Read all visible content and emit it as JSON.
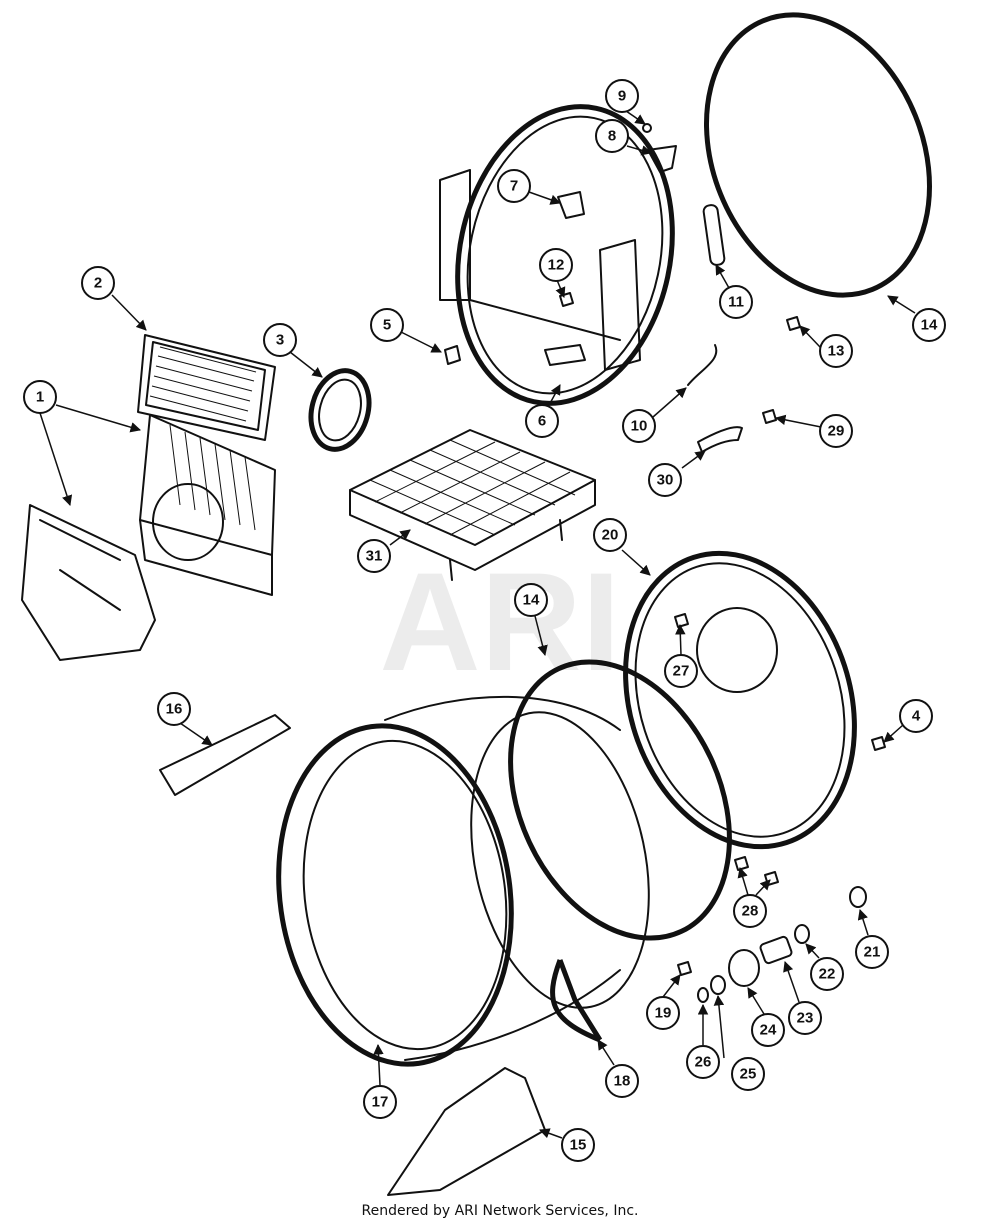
{
  "watermark": "ARI",
  "footer": "Rendered by ARI Network Services, Inc.",
  "callout_labels": [
    "1",
    "2",
    "3",
    "4",
    "5",
    "6",
    "7",
    "8",
    "9",
    "10",
    "11",
    "12",
    "13",
    "14",
    "15",
    "16",
    "17",
    "18",
    "19",
    "20",
    "21",
    "22",
    "23",
    "24",
    "25",
    "26",
    "27",
    "28",
    "29",
    "30",
    "31"
  ],
  "callout_14_second": "14"
}
